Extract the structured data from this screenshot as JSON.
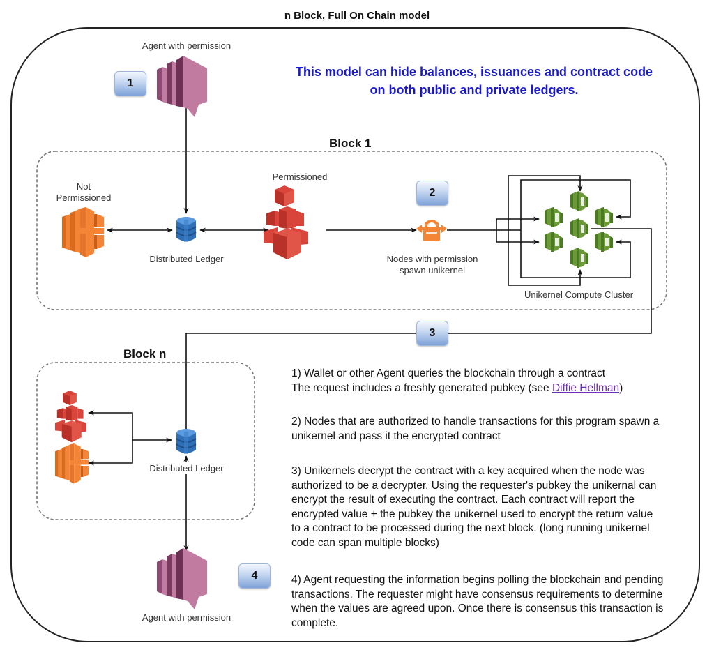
{
  "title": "n Block, Full On Chain model",
  "headline": "This model can hide balances, issuances and contract code on both public and private ledgers.",
  "colors": {
    "headline": "#1a1acc",
    "agent": "#c27ba0",
    "ledger": "#3b7ec8",
    "not_permissioned": "#f58536",
    "permissioned": "#d9453a",
    "node_lock": "#f58536",
    "unikernel": "#6b9a37",
    "step_badge": "#a9c2ea",
    "link": "#6a2fb5"
  },
  "top_agent": {
    "label": "Agent with permission",
    "icon": "agent-icon"
  },
  "bottom_agent": {
    "label": "Agent with permission",
    "icon": "agent-icon"
  },
  "steps": [
    "1",
    "2",
    "3",
    "4"
  ],
  "block1": {
    "label": "Block 1",
    "not_permissioned": {
      "label": "Not Permissioned",
      "icon": "compute-server-icon"
    },
    "ledger": {
      "label": "Distributed Ledger",
      "icon": "database-icon"
    },
    "permissioned": {
      "label": "Permissioned",
      "icon": "cubes-icon"
    },
    "nodes": {
      "label_line1": "Nodes with permission",
      "label_line2": "spawn unikernel",
      "icon": "lock-arrows-icon"
    },
    "cluster": {
      "label": "Unikernel Compute Cluster",
      "node_count": 7,
      "icon": "unikernel-icon"
    }
  },
  "blockn": {
    "label": "Block n",
    "ledger": {
      "label": "Distributed Ledger",
      "icon": "database-icon"
    },
    "permissioned": {
      "icon": "cubes-icon"
    },
    "not_permissioned": {
      "icon": "compute-server-icon"
    }
  },
  "notes": {
    "n1_line1": "1) Wallet or other Agent queries the blockchain through a contract",
    "n1_line2_pre": "The request includes a freshly generated pubkey (see ",
    "n1_link": "Diffie Hellman",
    "n1_line2_post": ")",
    "n2": "2) Nodes that are authorized to handle transactions for this program spawn a unikernel and pass it the encrypted contract",
    "n3": "3) Unikernels decrypt the contract with a key acquired when the node was authorized to be a decrypter. Using the requester's pubkey the unikernal can encrypt the result of executing the contract. Each contract will report the encrypted value + the pubkey the unikernel used to encrypt the return value to a contract to be processed during the next block. (long running unikernel code can span multiple blocks)",
    "n4": "4) Agent requesting the information begins polling the blockchain and pending transactions. The requester might have consensus requirements to determine when the values are agreed upon. Once there is consensus this transaction is complete."
  }
}
